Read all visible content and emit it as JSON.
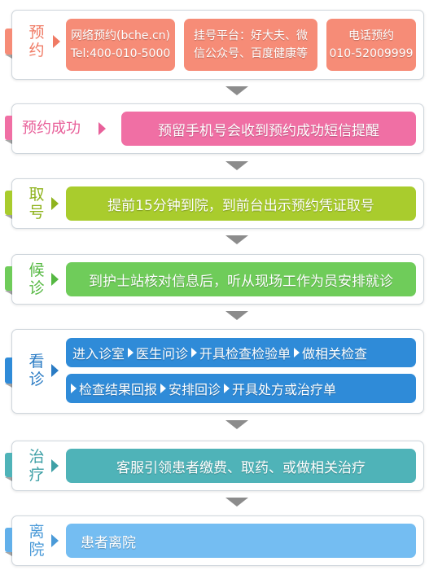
{
  "colors": {
    "reserve": "#f68c77",
    "success": "#f06fa4",
    "pickup": "#a9cc2d",
    "waiting": "#6fcc5a",
    "consult": "#2f8bd8",
    "treat": "#4fb3b8",
    "leave": "#62b0ea"
  },
  "steps": [
    {
      "label_chars": [
        "预",
        "约"
      ],
      "boxes": [
        {
          "line1": "网络预约(bche.cn)",
          "line2": "Tel:400-010-5000"
        },
        {
          "line1": "挂号平台：好大夫、微",
          "line2": "信公众号、百度健康等"
        },
        {
          "line1": "电话预约",
          "line2": "010-52009999"
        }
      ]
    },
    {
      "label": "预约成功",
      "text": "预留手机号会收到预约成功短信提醒"
    },
    {
      "label_chars": [
        "取",
        "号"
      ],
      "text": "提前15分钟到院，到前台出示预约凭证取号"
    },
    {
      "label_chars": [
        "候",
        "诊"
      ],
      "text": "到护士站核对信息后，听从现场工作为员安排就诊"
    },
    {
      "label_chars": [
        "看",
        "诊"
      ],
      "row1": [
        "进入诊室",
        "医生问诊",
        "开具检查检验单",
        "做相关检查"
      ],
      "row2": [
        "检查结果回报",
        "安排回诊",
        "开具处方或治疗单"
      ]
    },
    {
      "label_chars": [
        "治",
        "疗"
      ],
      "text": "客服引领患者缴费、取药、或做相关治疗"
    },
    {
      "label_chars": [
        "离",
        "院"
      ],
      "text": "患者离院"
    }
  ]
}
